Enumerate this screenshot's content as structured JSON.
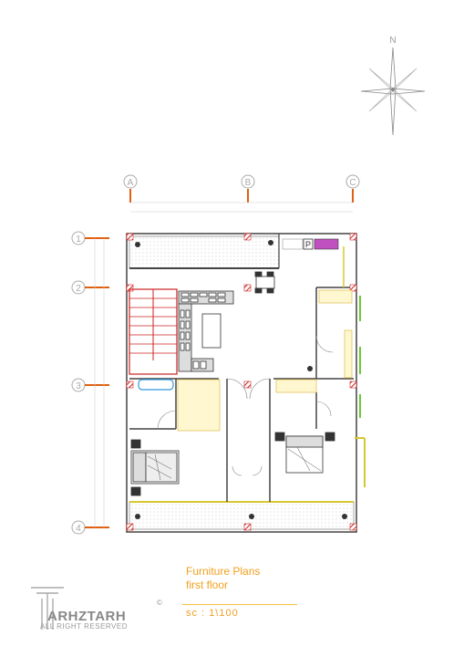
{
  "north_label": "N",
  "axes_columns": [
    "A",
    "B",
    "C"
  ],
  "axes_rows": [
    "1",
    "2",
    "3",
    "4"
  ],
  "title": {
    "line1": "Furniture Plans",
    "line2": "first floor",
    "scale": "sc  :  1\\100"
  },
  "logo": {
    "name": "ARHZTARH",
    "subtitle": "ALL RIGHT RESERVED",
    "registered": "©"
  },
  "parking_label": "P",
  "colors": {
    "accent_orange": "#f0a020",
    "axis_marker": "#e06010",
    "wall": "#333333",
    "stair": "#cc2222",
    "column": "#cc2222",
    "yellow": "#f5d020",
    "green": "#66cc33",
    "magenta": "#c050c0"
  }
}
